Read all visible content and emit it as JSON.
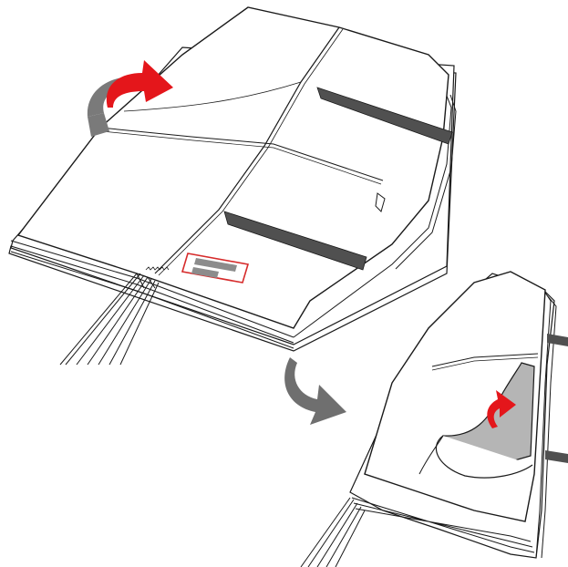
{
  "figure": {
    "steps": [
      {
        "name": "unfolded-canopy",
        "action": "fold-over"
      },
      {
        "name": "folded-canopy",
        "action": "lift-corner"
      }
    ],
    "colors": {
      "fabric": "#ffffff",
      "outline": "#1a1a1a",
      "band": "#505050",
      "shadow": "#9a9a9a",
      "arrow_red": "#e4161b",
      "arrow_grey": "#6f6f6f",
      "label_frame": "#d62b2b",
      "label_fill": "#8c8c8c",
      "inner_flap": "#b5b5b5"
    },
    "icons": [
      "fold-red-arrow-icon",
      "next-step-grey-arrow-icon",
      "lift-red-arrow-icon"
    ]
  }
}
